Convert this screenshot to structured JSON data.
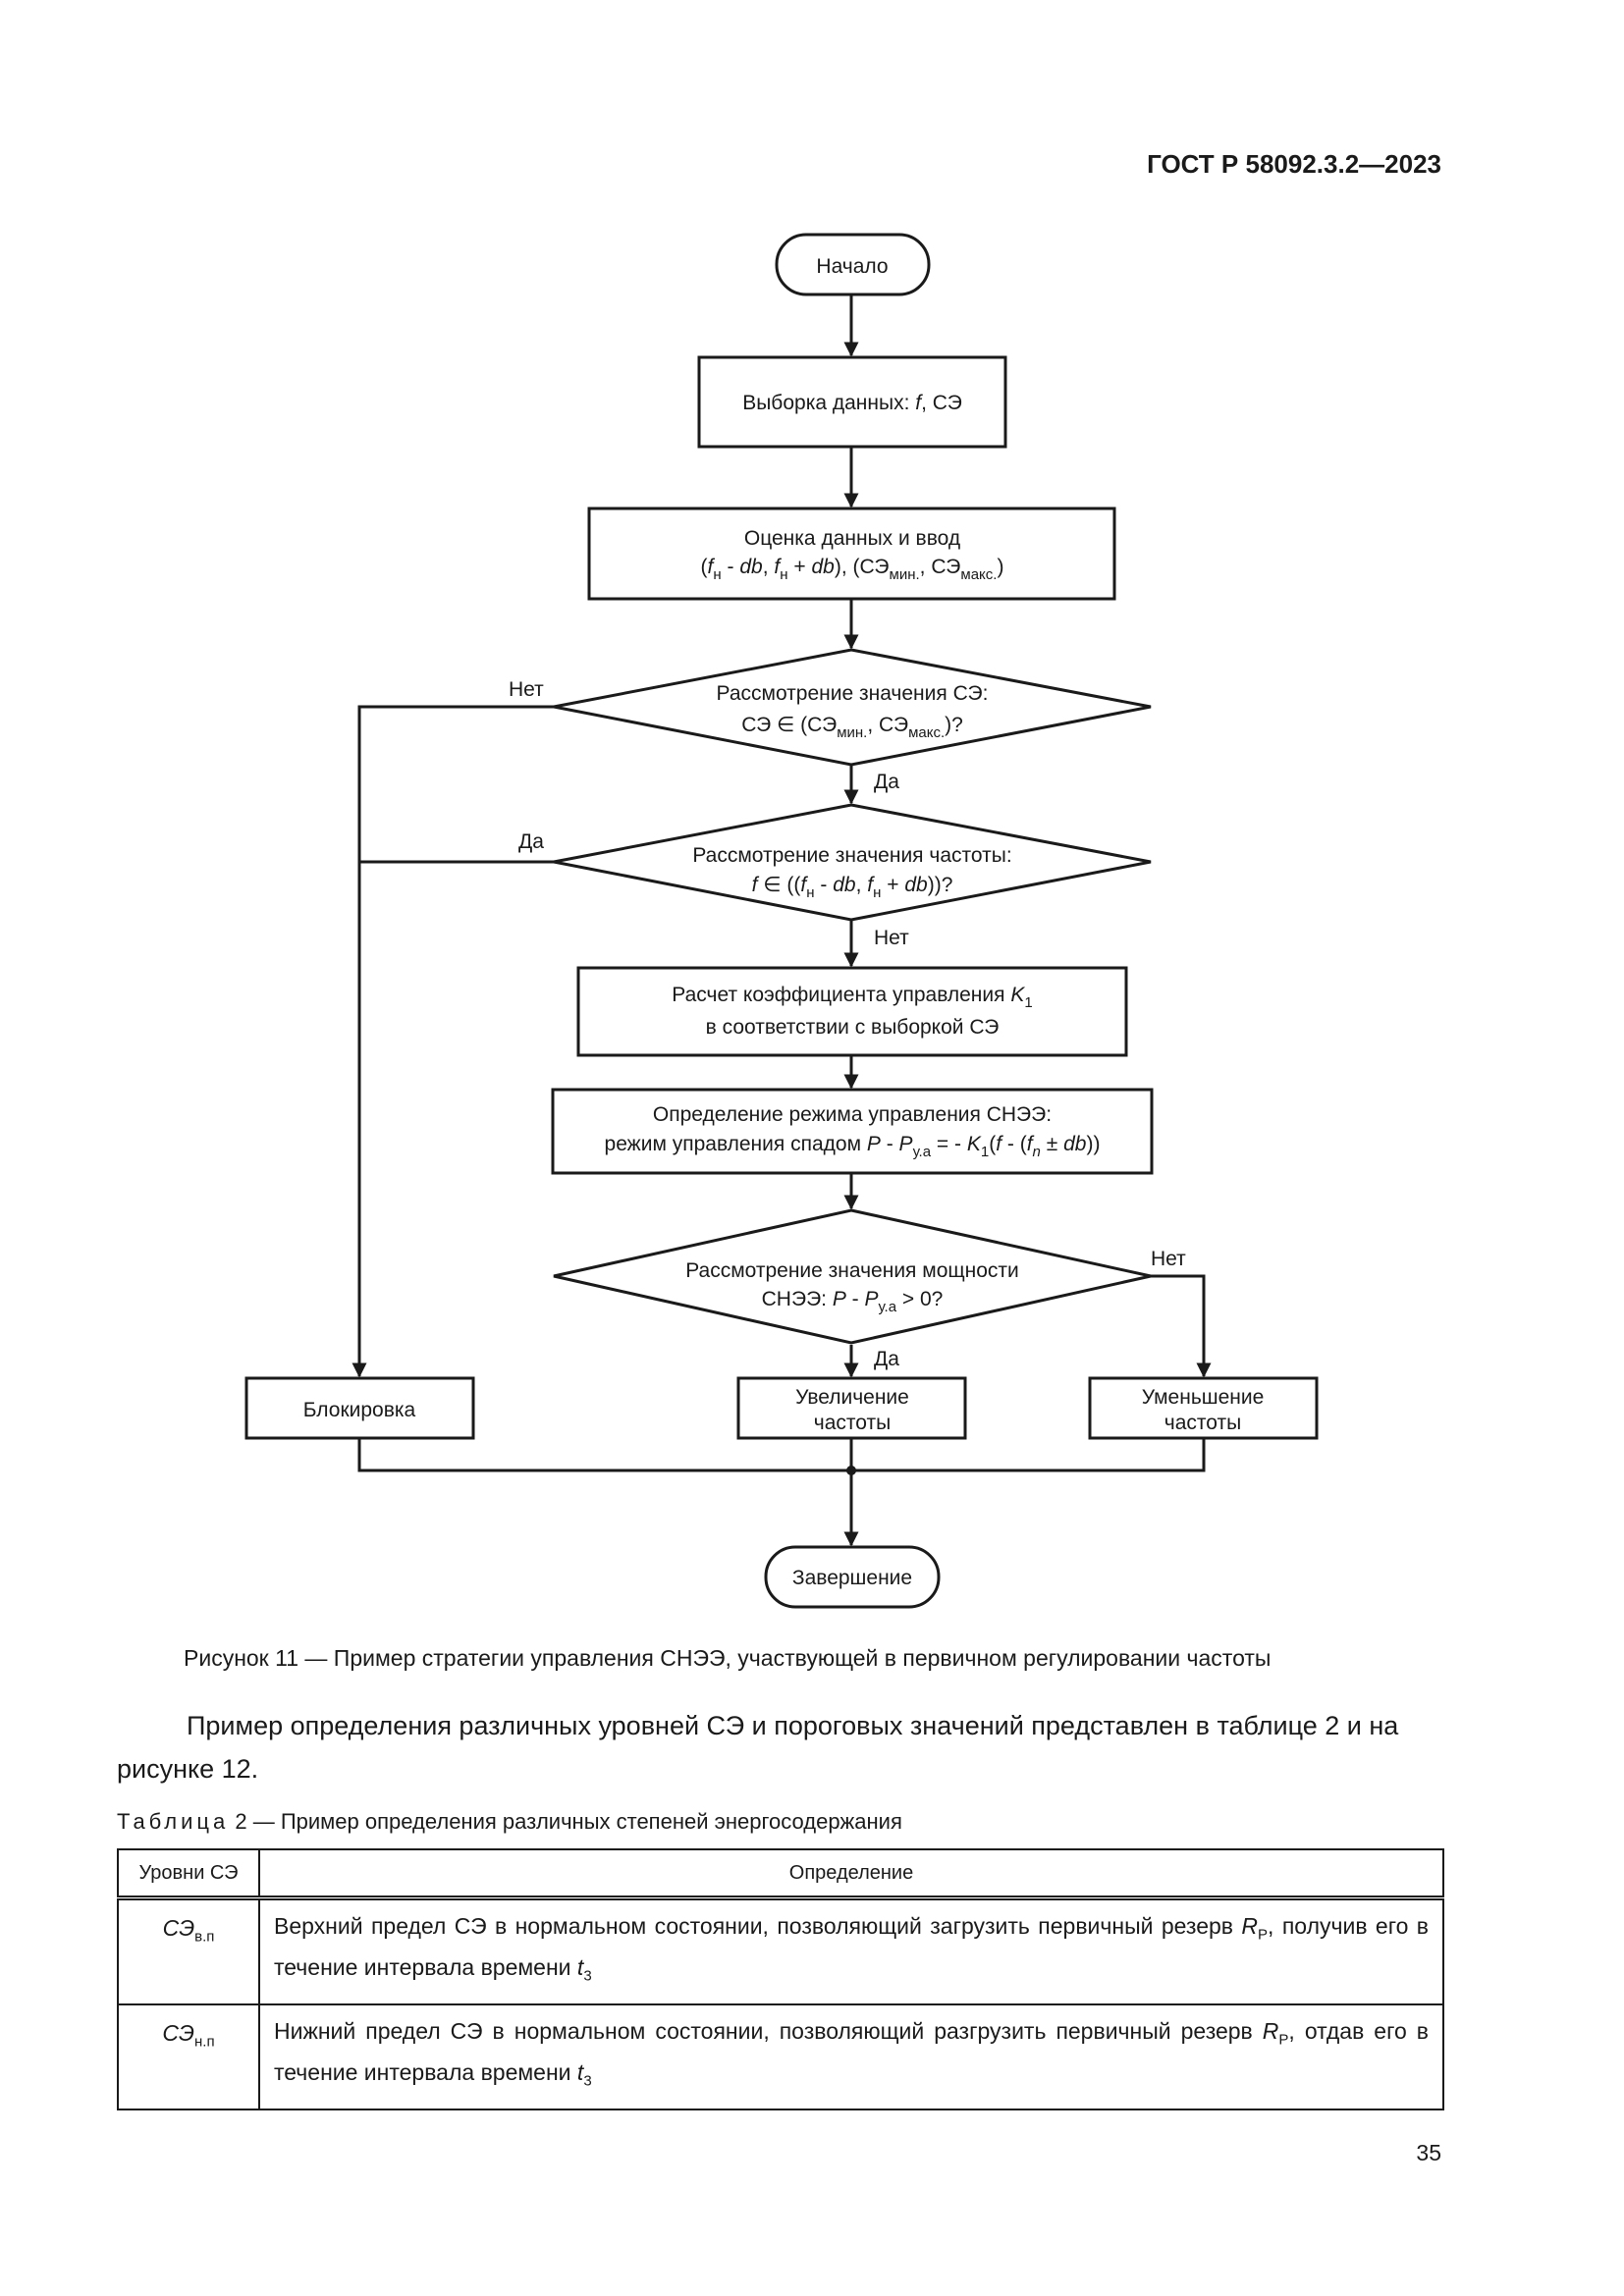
{
  "header": {
    "standard": "ГОСТ Р 58092.3.2—2023"
  },
  "flowchart": {
    "start": "Начало",
    "sample": {
      "a": "Выборка данных: ",
      "f": "f",
      "b": ", СЭ"
    },
    "evaluate": {
      "line1": "Оценка данных и ввод",
      "p1": "(",
      "f1": "f",
      "s1": "н",
      "m1": " - ",
      "db1": "db",
      "c1": ", ",
      "f2": "f",
      "s2": "н",
      "m2": " + ",
      "db2": "db",
      "c2": "), (СЭ",
      "s3": "мин.",
      "c3": ", СЭ",
      "s4": "макс.",
      "p2": ")"
    },
    "decision_se": {
      "line1": "Рассмотрение значения СЭ:",
      "a": "СЭ ∈ (СЭ",
      "s1": "мин.",
      "b": ", СЭ",
      "s2": "макс.",
      "c": ")?",
      "no_label": "Нет",
      "yes_label": "Да"
    },
    "decision_freq": {
      "line1": "Рассмотрение значения частоты:",
      "f0": "f",
      "a": " ∈ ((",
      "f1": "f",
      "s1": "н",
      "m1": " - ",
      "db1": "db",
      "c1": ", ",
      "f2": "f",
      "s2": "н",
      "m2": " + ",
      "db2": "db",
      "c2": "))?",
      "yes_label": "Да",
      "no_label": "Нет"
    },
    "calc": {
      "line1a": "Расчет коэффициента управления ",
      "k": "K",
      "ks": "1",
      "line2": "в соответствии с выборкой СЭ"
    },
    "mode": {
      "line1": "Определение режима управления СНЭЭ:",
      "a": "режим управления спадом ",
      "p": "P",
      "m": " - ",
      "p2": "P",
      "ps": "у.а",
      "eq": " = - ",
      "k": "K",
      "ks": "1",
      "o": "(",
      "f": "f",
      "mm": " - (",
      "fn": "f",
      "fns": "n",
      "pm": " ± ",
      "db": "db",
      "cl": "))"
    },
    "decision_power": {
      "line1": "Рассмотрение значения мощности",
      "a": "СНЭЭ: ",
      "p": "P",
      "m": " - ",
      "p2": "P",
      "ps": "у.а",
      "c": " > 0?",
      "no_label": "Нет",
      "yes_label": "Да"
    },
    "block": "Блокировка",
    "increase": {
      "line1": "Увеличение",
      "line2": "частоты"
    },
    "decrease": {
      "line1": "Уменьшение",
      "line2": "частоты"
    },
    "end": "Завершение"
  },
  "figure_caption": "Рисунок 11 — Пример стратегии управления СНЭЭ, участвующей в первичном регулировании частоты",
  "paragraph": "Пример определения различных уровней СЭ и пороговых значений представлен в таблице 2 и на рисунке 12.",
  "table": {
    "label": "Таблица",
    "title": " 2 — Пример определения различных степеней энергосодержания",
    "headers": [
      "Уровни СЭ",
      "Определение"
    ],
    "rows": [
      {
        "level": "СЭ",
        "level_sub": "в.п",
        "text": "Верхний предел СЭ в нормальном состоянии, позволяющий загрузить первичный резерв ",
        "r": "R",
        "r_sub": "P",
        "text2": ", получив его в течение интервала времени ",
        "t": "t",
        "t_sub": "3"
      },
      {
        "level": "СЭ",
        "level_sub": "н.п",
        "text": "Нижний предел СЭ в нормальном состоянии, позволяющий разгрузить первичный резерв ",
        "r": "R",
        "r_sub": "P",
        "text2": ", отдав его в течение интервала времени ",
        "t": "t",
        "t_sub": "3"
      }
    ]
  },
  "page_number": "35"
}
